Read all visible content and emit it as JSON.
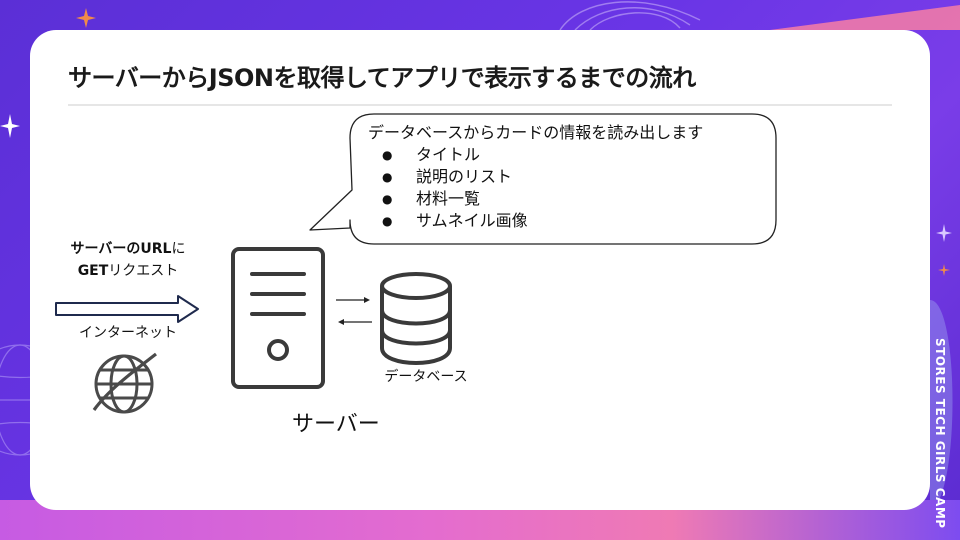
{
  "slide": {
    "title": "サーバーからJSONを取得してアプリで表示するまでの流れ"
  },
  "request": {
    "line1_bold": "サーバーのURL",
    "line1_rest": "に",
    "line2_bold": "GET",
    "line2_rest": "リクエスト"
  },
  "internet_label": "インターネット",
  "server_label": "サーバー",
  "database_label": "データベース",
  "bubble": {
    "heading": "データベースからカードの情報を読み出します",
    "items": [
      "タイトル",
      "説明のリスト",
      "材料一覧",
      "サムネイル画像"
    ]
  },
  "brand": "STORES TECH GIRLS CAMP",
  "colors": {
    "background": "#6a35e6",
    "card": "#ffffff",
    "icon_stroke": "#3a3a3a",
    "arrow_stroke": "#1f2a4d"
  },
  "icons": [
    "server-icon",
    "database-icon",
    "globe-icon",
    "right-arrow-icon",
    "sparkle-icon"
  ]
}
